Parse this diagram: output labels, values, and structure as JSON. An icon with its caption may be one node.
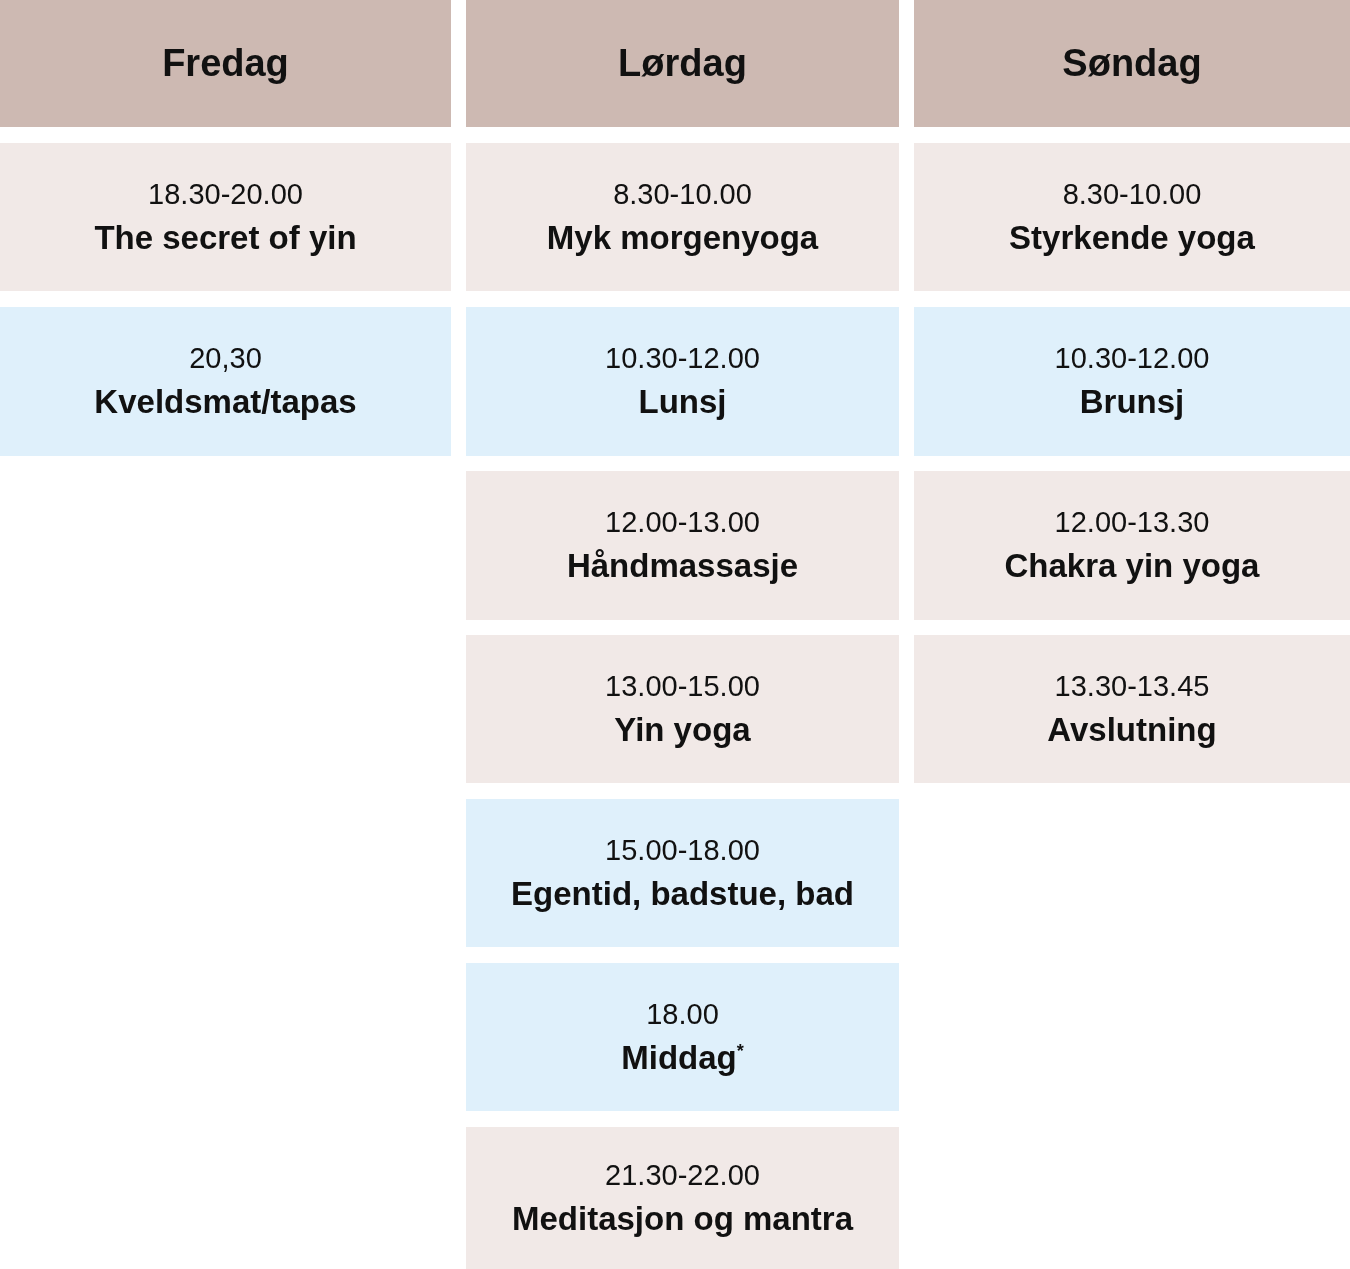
{
  "diagram": {
    "nodes": [
      {
        "text": [
          "Fredag"
        ]
      },
      {
        "text": [
          "Lørdag"
        ]
      },
      {
        "text": [
          "Søndag"
        ]
      },
      {
        "text": [
          "18.30-20.00",
          "The secret of yin"
        ]
      },
      {
        "text": [
          "20,30",
          "Kveldsmat/tapas"
        ]
      },
      {
        "text": [
          "8.30-10.00",
          "Myk morgenyoga"
        ]
      },
      {
        "text": [
          "10.30-12.00",
          "Lunsj"
        ]
      },
      {
        "text": [
          "12.00-13.00",
          "Håndmassasje"
        ]
      },
      {
        "text": [
          "13.00-15.00",
          "Yin yoga"
        ]
      },
      {
        "text": [
          "15.00-18.00",
          "Egentid, badstue, bad"
        ]
      },
      {
        "text": [
          "18.00",
          "Middag$^{*}$"
        ]
      },
      {
        "text": [
          "21.30-22.00",
          "Meditasjon og mantra"
        ]
      },
      {
        "text": [
          "8.30-10.00",
          "Styrkende yoga"
        ]
      },
      {
        "text": [
          "10.30-12.00",
          "Brunsj"
        ]
      },
      {
        "text": [
          "12.00-13.30",
          "Chakra yin yoga"
        ]
      },
      {
        "text": [
          "13.30-13.45",
          "Avslutning"
        ]
      }
    ]
  }
}
